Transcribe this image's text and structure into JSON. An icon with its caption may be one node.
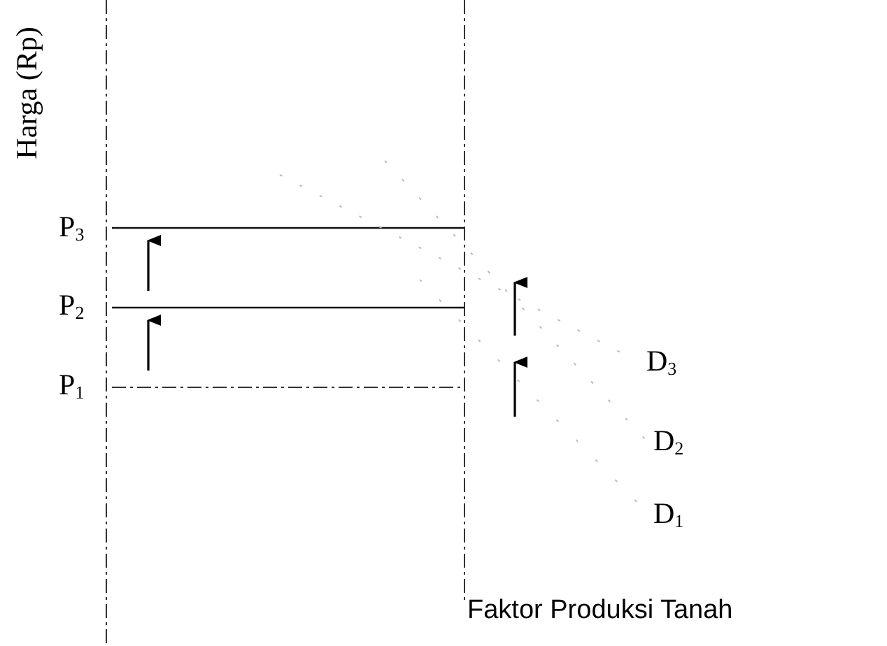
{
  "diagram": {
    "labels": [
      "Harga (Rp)",
      "P$_{3}$",
      "P$_{2}$",
      "P$_{1}$",
      "D$_{3}$",
      "D$_{2}$",
      "D$_{1}$",
      "Faktor Produksi Tanah"
    ]
  }
}
